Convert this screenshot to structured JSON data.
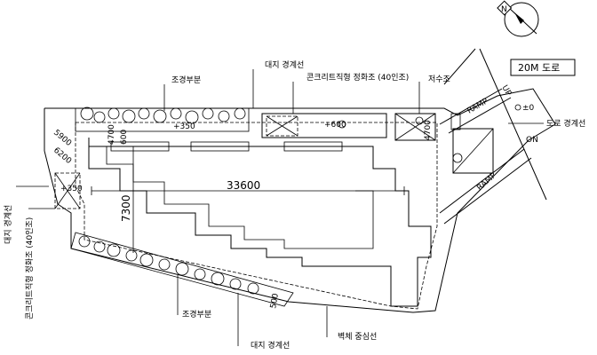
{
  "labels": {
    "site_boundary_top": "대지 경계선",
    "landscape_top": "조경부분",
    "concrete_tank_top": "콘크리트직형 정화조 (40인조)",
    "water_tank": "저수조",
    "road": "20M 도로",
    "road_boundary": "도로 경계선",
    "site_boundary_left": "대지 경계선",
    "concrete_tank_left": "콘크리트직형 정화조 (40인조)",
    "landscape_bottom": "조경부분",
    "site_boundary_bottom": "대지 경계선",
    "wall_center_line": "벽체 중심선",
    "ramp_upper": "RAMP",
    "ramp_lower": "RAMP",
    "up_mark": "UP",
    "on_mark": "ON",
    "level_zero": "±0",
    "level_plus600": "+600",
    "level_plus350": "+350",
    "north_mark": "N"
  },
  "dimensions": {
    "width_total": "33600",
    "depth_left": "7300",
    "setback_top_a": "4700",
    "setback_top_b": "600",
    "setback_right": "4700",
    "setback_left_a": "5900",
    "setback_left_b": "6200",
    "setback_bottom": "500"
  }
}
